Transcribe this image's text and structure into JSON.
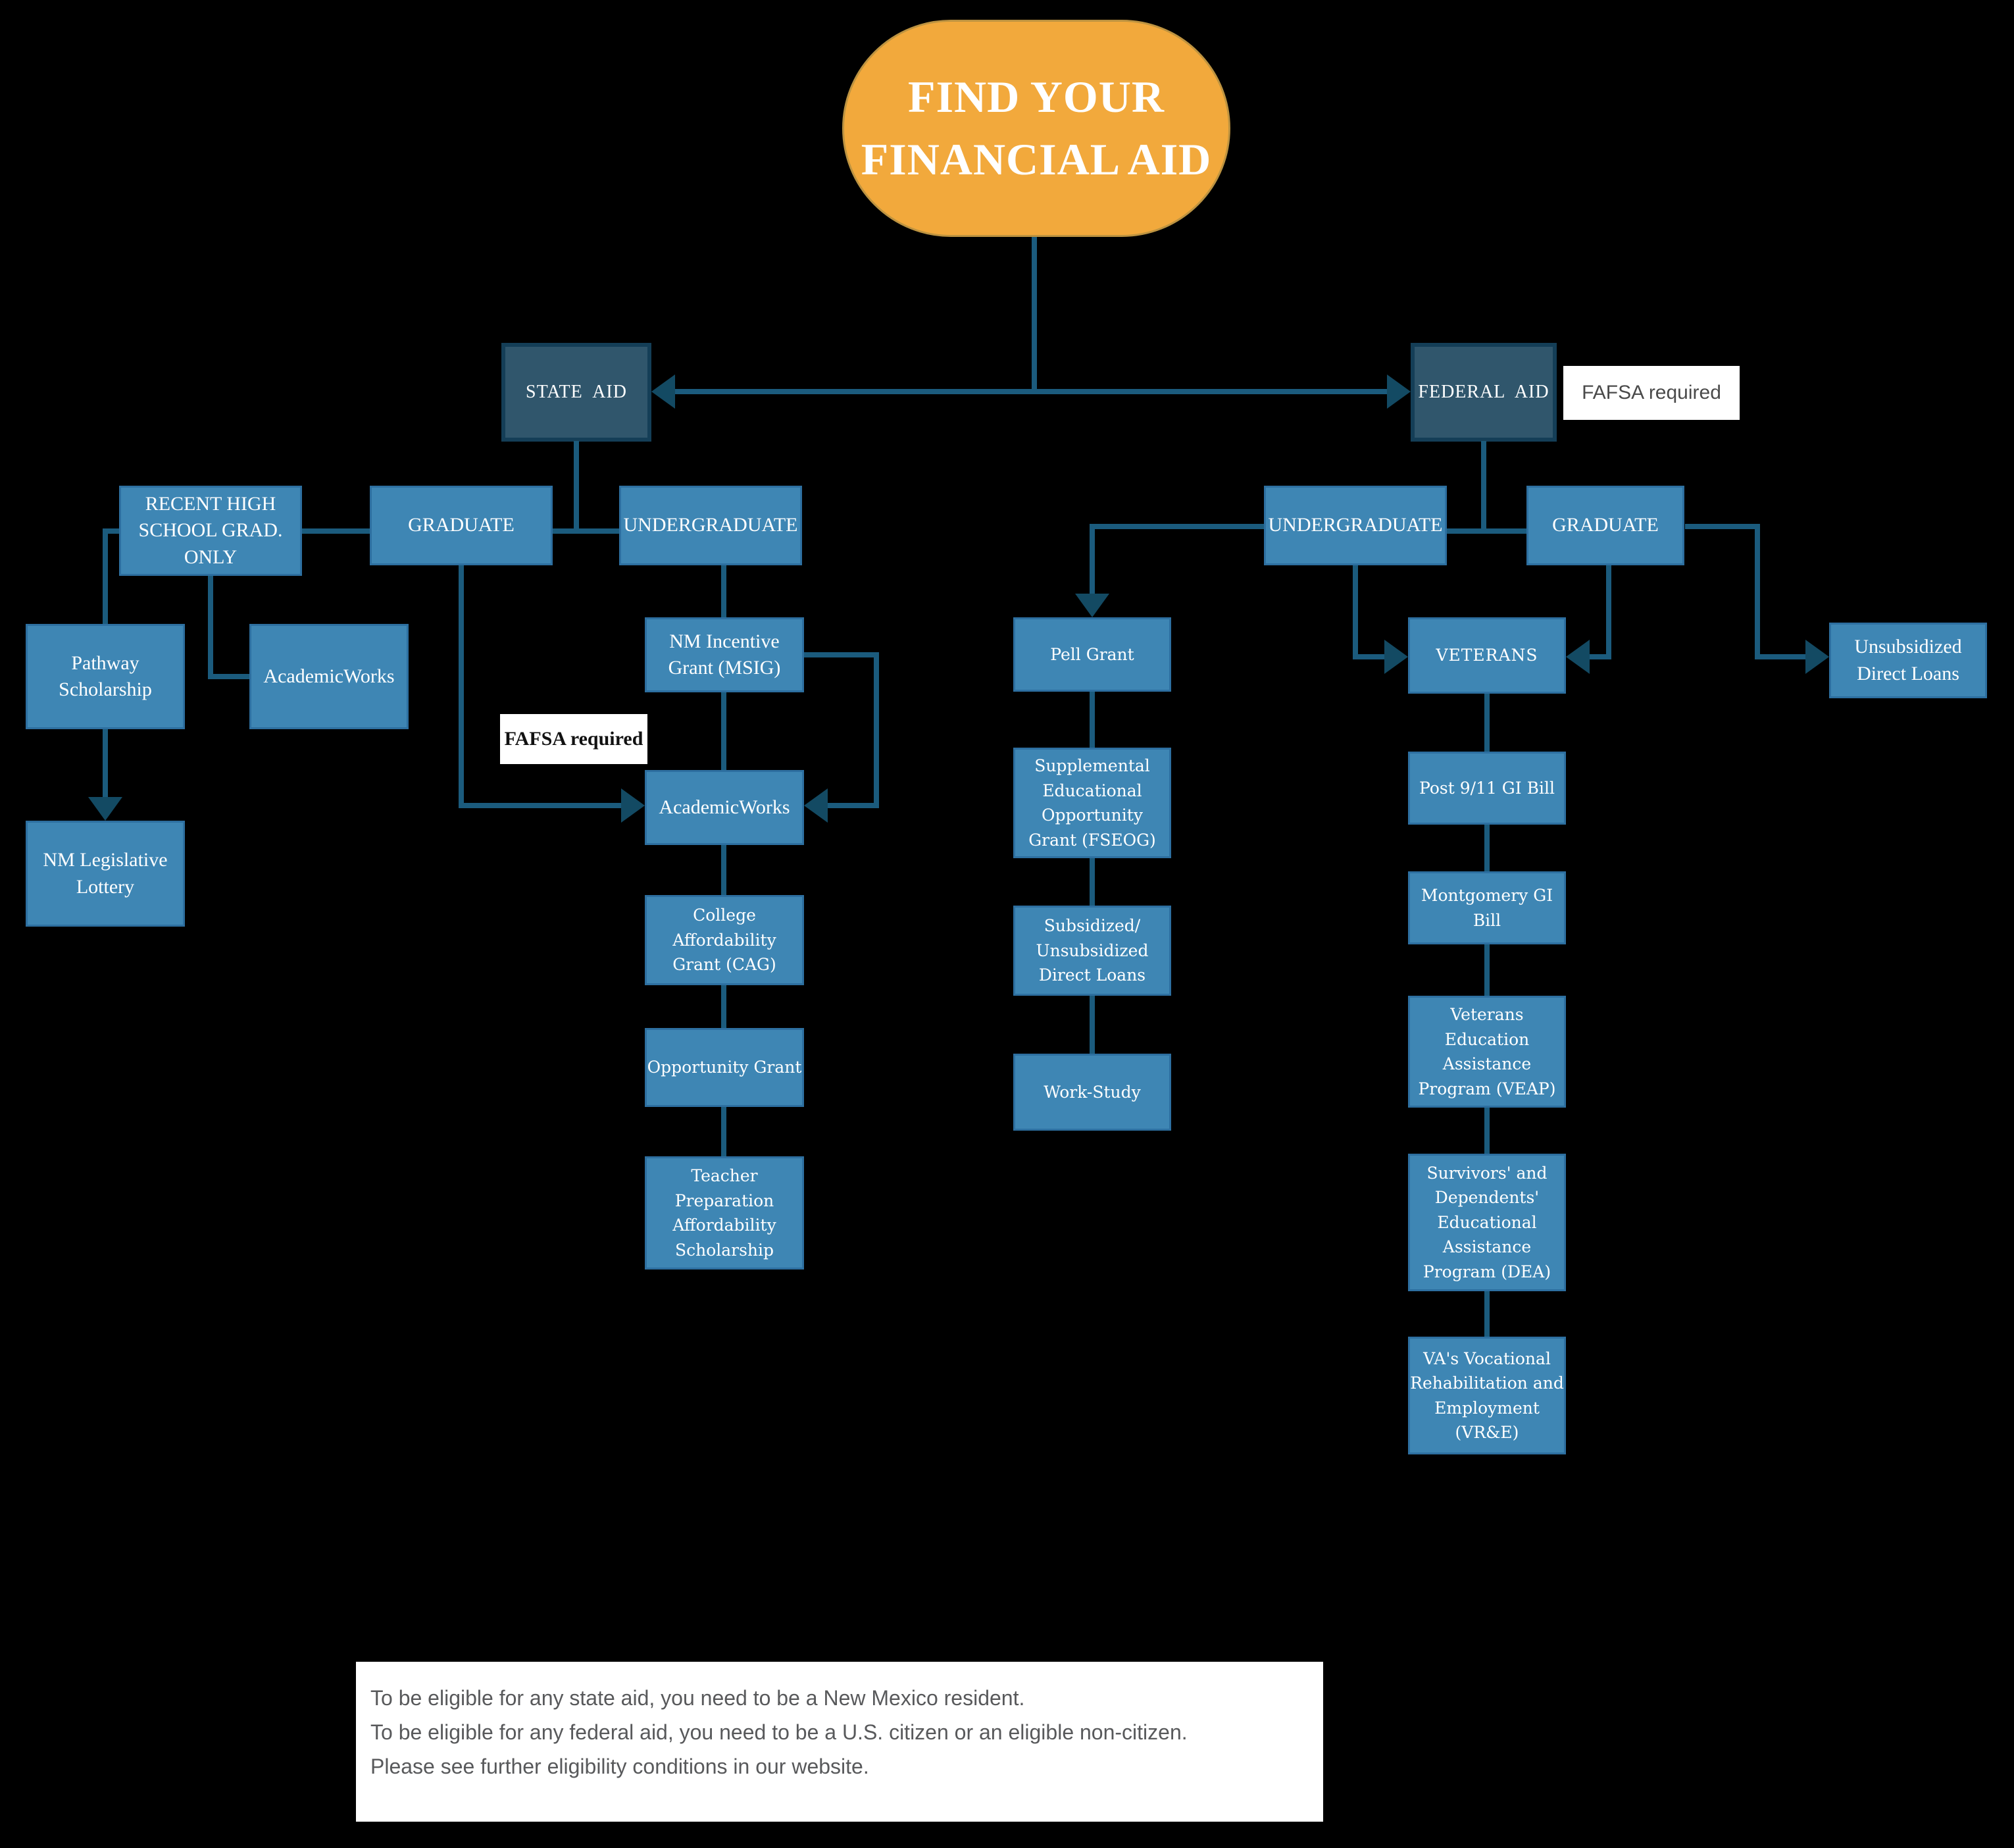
{
  "title": "FIND YOUR FINANCIAL AID",
  "colors": {
    "background": "#000000",
    "title_fill": "#F2A93C",
    "dark_box_fill": "#30566C",
    "light_box_fill": "#3E86B4",
    "connector": "#1B5B7D",
    "arrowhead": "#134A63",
    "note_text": "#58595B"
  },
  "nodes": {
    "state_aid": {
      "label": "STATE AID"
    },
    "federal_aid": {
      "label": "FEDERAL AID"
    },
    "fafsa_top": {
      "label": "FAFSA required"
    },
    "fafsa_left": {
      "label": "FAFSA required"
    },
    "recent": {
      "label": "RECENT HIGH SCHOOL GRAD. ONLY"
    },
    "graduate_left": {
      "label": "GRADUATE"
    },
    "undergraduate_left": {
      "label": "UNDERGRADUATE"
    },
    "undergraduate_right": {
      "label": "UNDERGRADUATE"
    },
    "graduate_right": {
      "label": "GRADUATE"
    },
    "pathway": {
      "label": "Pathway Scholarship"
    },
    "academicworks_left": {
      "label": "AcademicWorks"
    },
    "nm_lottery": {
      "label": "NM Legislative Lottery"
    },
    "nm_incentive": {
      "label": "NM Incentive Grant (MSIG)"
    },
    "academicworks_center": {
      "label": "AcademicWorks"
    },
    "cag": {
      "label": "College Affordability Grant (CAG)"
    },
    "opportunity": {
      "label": "Opportunity Grant"
    },
    "teacher": {
      "label": "Teacher Preparation Affordability Scholarship"
    },
    "pell": {
      "label": "Pell Grant"
    },
    "fseog": {
      "label": "Supplemental Educational Opportunity Grant (FSEOG)"
    },
    "subunsub": {
      "label": "Subsidized/ Unsubsidized Direct Loans"
    },
    "workstudy": {
      "label": "Work-Study"
    },
    "veterans": {
      "label": "VETERANS"
    },
    "post911": {
      "label": "Post 9/11 GI Bill"
    },
    "montgomery": {
      "label": "Montgomery GI Bill"
    },
    "veap": {
      "label": "Veterans Education Assistance Program (VEAP)"
    },
    "dea": {
      "label": "Survivors' and Dependents' Educational Assistance Program (DEA)"
    },
    "vre": {
      "label": "VA's Vocational Rehabilitation and Employment (VR&E)"
    },
    "unsub_direct": {
      "label": "Unsubsidized Direct Loans"
    }
  },
  "note": "To be eligible for any state aid, you need to be a New Mexico resident.\nTo be eligible for any federal aid, you need to be a U.S. citizen or an eligible non-citizen.\nPlease see further eligibility conditions in our website."
}
